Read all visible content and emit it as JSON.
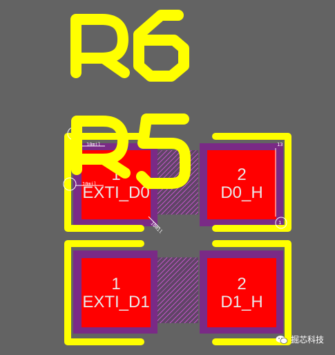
{
  "canvas": {
    "background": "#636363"
  },
  "colors": {
    "silkscreen": "#ffff00",
    "pad": "#ff0000",
    "solder_mask": "#7a2a86",
    "pad_text": "#e9e9e9"
  },
  "designators": {
    "top": "R6",
    "bottom": "R5"
  },
  "pads": [
    {
      "number": "1",
      "net": "EXTI_D0"
    },
    {
      "number": "2",
      "net": "D0_H"
    },
    {
      "number": "1",
      "net": "EXTI_D1"
    },
    {
      "number": "2",
      "net": "D1_H"
    }
  ],
  "dimensions": [
    "10mil",
    "10mil",
    "10mil",
    "13",
    "1"
  ],
  "watermark": {
    "icon": "wechat-icon",
    "text": "掘芯科技"
  }
}
